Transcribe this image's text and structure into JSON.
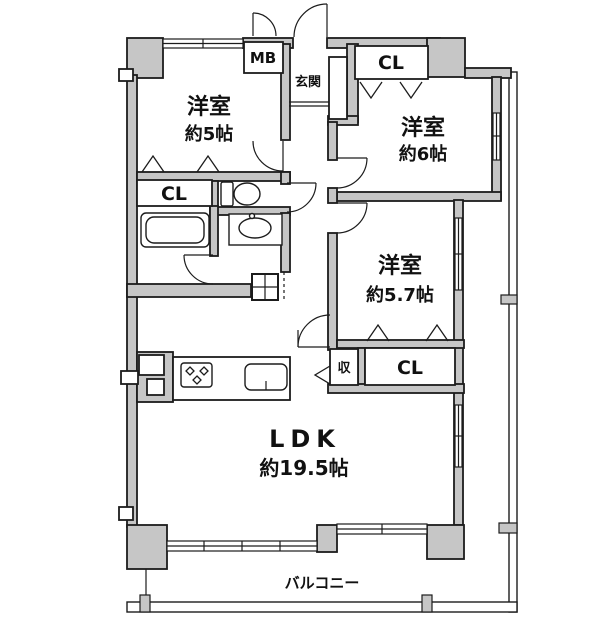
{
  "floor_plan": {
    "rooms": {
      "bedroom1": {
        "name": "洋室",
        "size": "約5帖"
      },
      "bedroom2": {
        "name": "洋室",
        "size": "約6帖"
      },
      "bedroom3": {
        "name": "洋室",
        "size": "約5.7帖"
      },
      "ldk": {
        "name": "LDK",
        "size": "約19.5帖"
      }
    },
    "labels": {
      "entrance": "玄関",
      "meter_box": "MB",
      "closet": "CL",
      "storage": "収",
      "balcony": "バルコニー"
    },
    "colors": {
      "wall_fill": "#c6c6c6",
      "line": "#1c1c1c",
      "background": "#ffffff"
    }
  }
}
